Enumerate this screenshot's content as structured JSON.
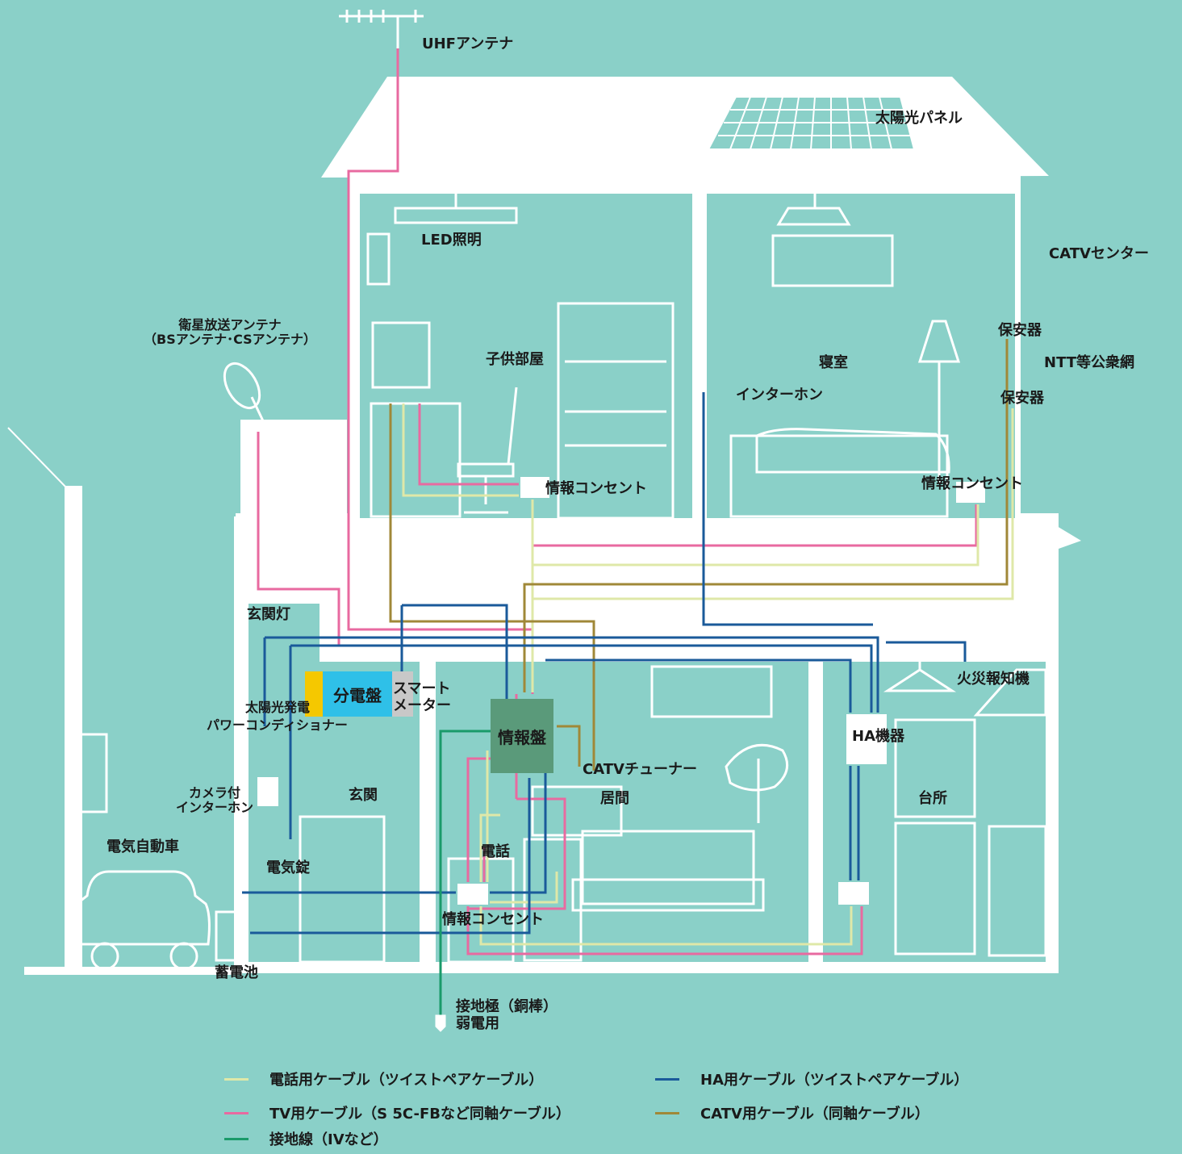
{
  "labels": {
    "uhf_antenna": "UHFアンテナ",
    "solar_panel": "太陽光パネル",
    "led_light": "LED照明",
    "catv_center": "CATVセンター",
    "protector_1": "保安器",
    "ntt_network": "NTT等公衆網",
    "protector_2": "保安器",
    "satellite_antenna_1": "衛星放送アンテナ",
    "satellite_antenna_2": "（BSアンテナ･CSアンテナ）",
    "kids_room": "子供部屋",
    "bedroom": "寝室",
    "intercom": "インターホン",
    "info_outlet_kids": "情報コンセント",
    "info_outlet_bedroom": "情報コンセント",
    "entrance_light": "玄関灯",
    "distribution_board": "分電盤",
    "smart_meter_1": "スマート",
    "smart_meter_2": "メーター",
    "solar_pcs_1": "太陽光発電",
    "solar_pcs_2": "パワーコンディショナー",
    "info_panel": "情報盤",
    "catv_tuner": "CATVチューナー",
    "ha_device": "HA機器",
    "fire_alarm": "火災報知機",
    "camera_intercom_1": "カメラ付",
    "camera_intercom_2": "インターホン",
    "entrance": "玄関",
    "living": "居間",
    "kitchen": "台所",
    "ev": "電気自動車",
    "phone": "電話",
    "electric_lock": "電気錠",
    "info_outlet_living": "情報コンセント",
    "battery": "蓄電池",
    "ground_1": "接地極（銅棒）",
    "ground_2": "弱電用"
  },
  "legend": [
    {
      "label": "電話用ケーブル（ツイストペアケーブル）",
      "color": "#dfe8a8"
    },
    {
      "label": "HA用ケーブル（ツイストペアケーブル）",
      "color": "#1a5a9a"
    },
    {
      "label": "TV用ケーブル（S 5C-FBなど同軸ケーブル）",
      "color": "#e86aa0"
    },
    {
      "label": "CATV用ケーブル（同軸ケーブル）",
      "color": "#a08838"
    },
    {
      "label": "接地線（IVなど）",
      "color": "#1a9a6a"
    }
  ],
  "colors": {
    "background": "#8ad0c8",
    "house": "#ffffff",
    "phone_cable": "#dfe8a8",
    "ha_cable": "#1a5a9a",
    "tv_cable": "#e86aa0",
    "catv_cable": "#a08838",
    "ground_cable": "#1a9a6a",
    "distribution_board": "#2fc0e8",
    "info_panel": "#5a9a7a",
    "smart_meter": "#c8c8c8",
    "solar_pcs": "#f5c800"
  }
}
